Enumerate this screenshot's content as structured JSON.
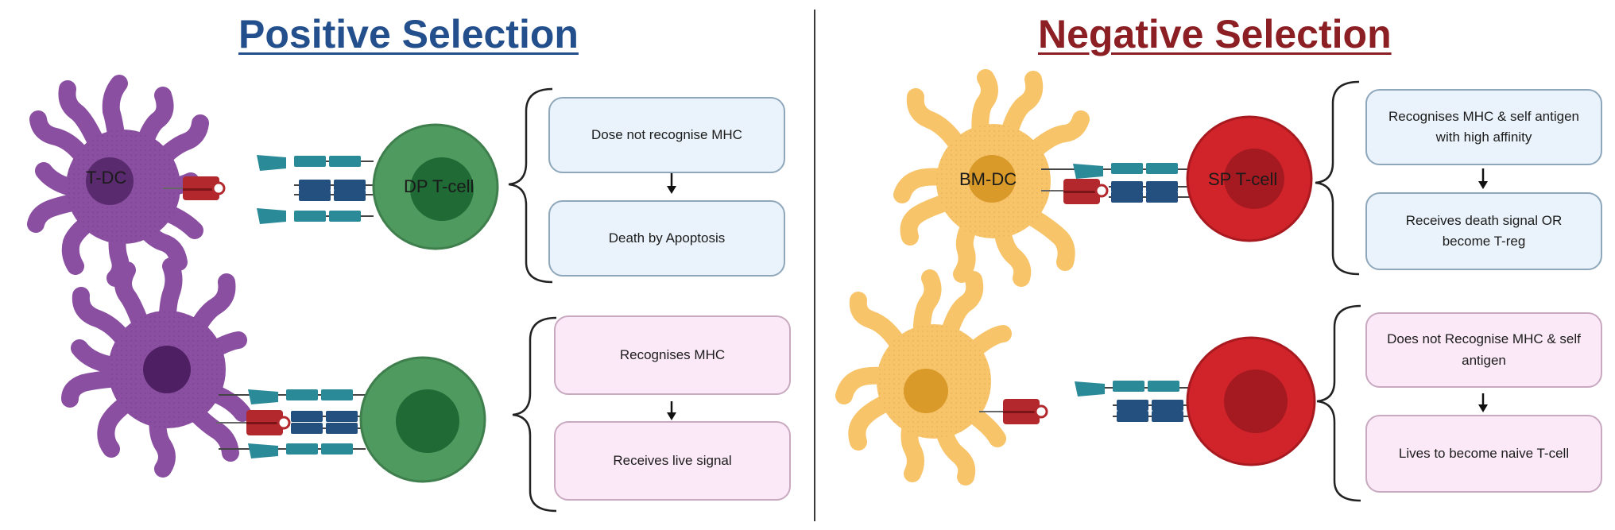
{
  "titles": {
    "positive": "Positive Selection",
    "negative": "Negative Selection"
  },
  "positive": {
    "top": {
      "dc_label": "T-DC",
      "tcell_label": "DP T-cell",
      "box1": "Dose not recognise  MHC",
      "box2": "Death by Apoptosis"
    },
    "bottom": {
      "box1": "Recognises  MHC",
      "box2": "Receives live signal"
    }
  },
  "negative": {
    "top": {
      "dc_label": "BM-DC",
      "tcell_label": "SP T-cell",
      "box1": "Recognises  MHC & self antigen with high affinity",
      "box2": "Receives death signal OR become T-reg"
    },
    "bottom": {
      "box1": "Does not Recognise  MHC & self antigen",
      "box2": "Lives to become naive T-cell"
    }
  },
  "colors": {
    "positive_title": "#234f8c",
    "negative_title": "#8c1f23",
    "tdc_purple": "#8a4fa0",
    "bmdc_yellow": "#f7c46a",
    "dp_green": "#4f9a5f",
    "sp_red": "#d0242a",
    "mhc_red": "#b3282d",
    "tcr_teal": "#2b8a98",
    "coreceptor_navy": "#24507f",
    "box_blue": "#eaf3fb",
    "box_pink": "#fbe9f7"
  }
}
